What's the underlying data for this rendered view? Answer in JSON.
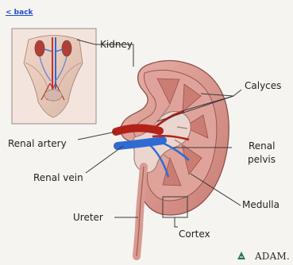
{
  "nav": {
    "back_label": "< back"
  },
  "labels": {
    "kidney": "Kidney",
    "calyces": "Calyces",
    "renal_artery": "Renal artery",
    "renal_pelvis_line1": "Renal",
    "renal_pelvis_line2": "pelvis",
    "renal_vein": "Renal vein",
    "medulla": "Medulla",
    "ureter": "Ureter",
    "cortex": "Cortex"
  },
  "brand": {
    "text": "ADAM."
  },
  "colors": {
    "background": "#f6f4f0",
    "kidney_tissue": "#d58e84",
    "kidney_outline": "#8d4f49",
    "artery": "#b3221a",
    "vein": "#2f6bd3",
    "link": "#1f4fcf"
  }
}
